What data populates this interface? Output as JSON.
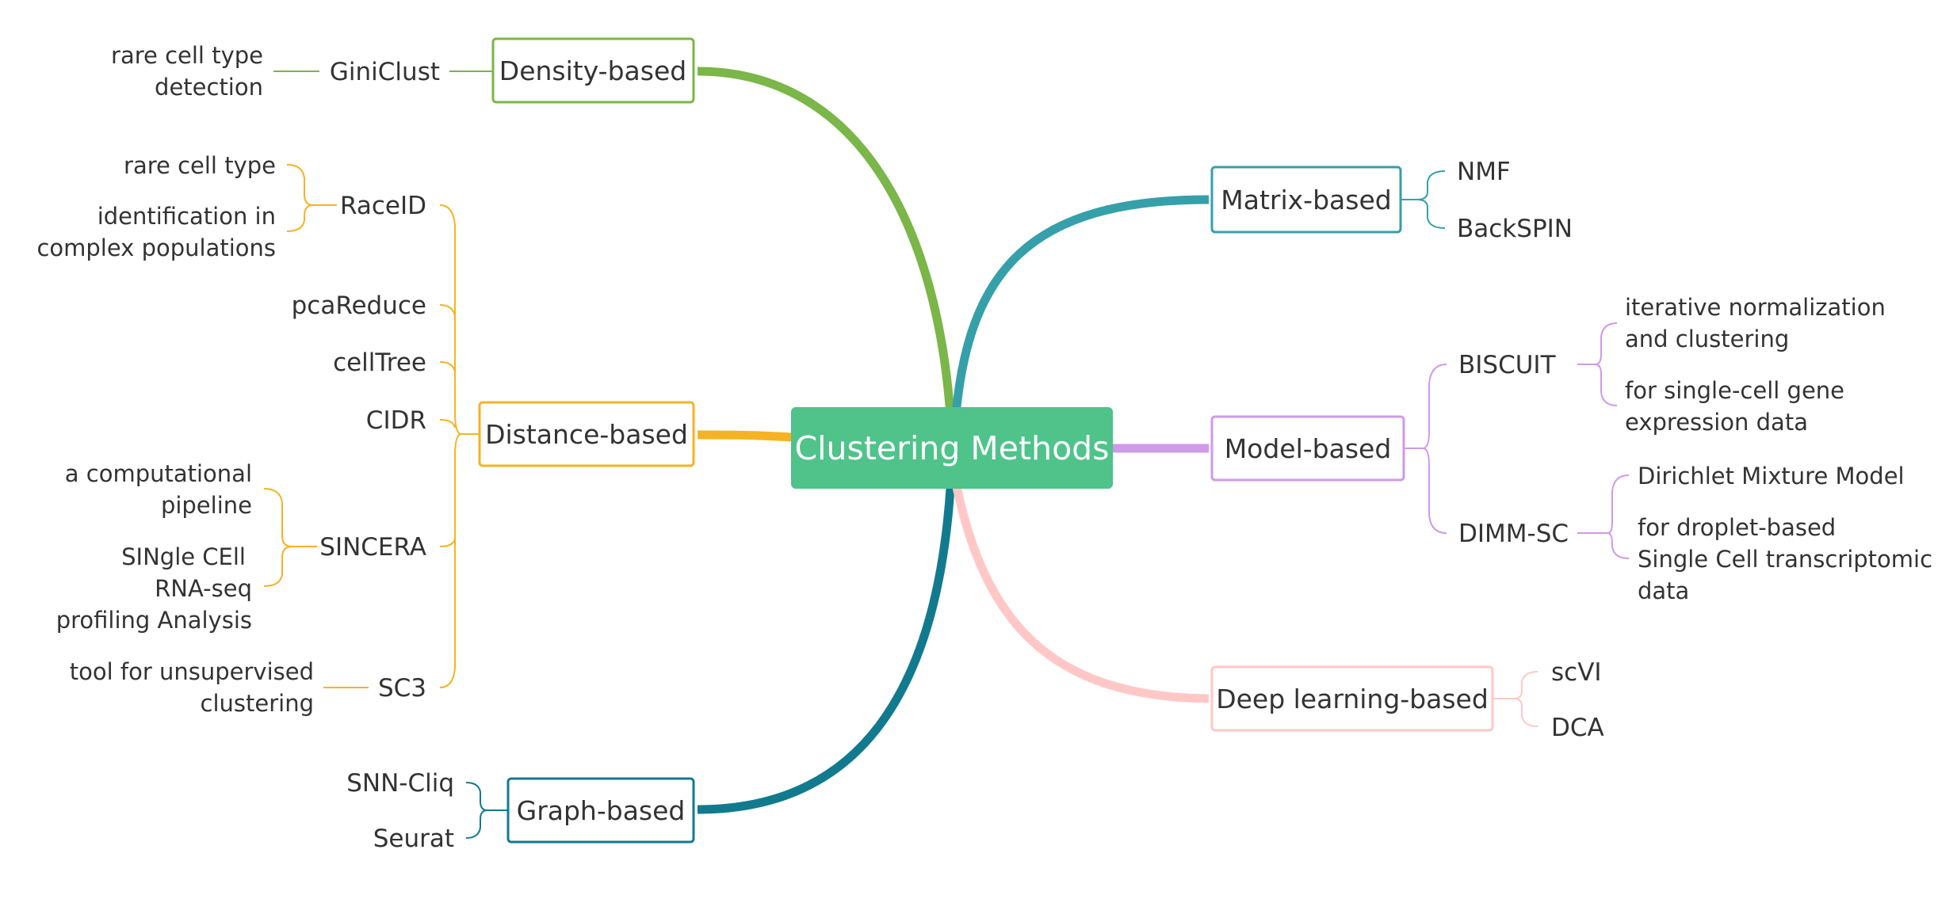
{
  "center": {
    "label": "Clustering Methods",
    "color": "#4fc38a"
  },
  "colors": {
    "density": "#7ab648",
    "distance": "#f5b324",
    "graph": "#127a8e",
    "matrix": "#35a0aa",
    "model": "#cf9ae8",
    "deep": "#ffc8c6"
  },
  "left": {
    "density": {
      "label": "Density-based",
      "methods": [
        {
          "name": "GiniClust",
          "notes": [
            "rare cell type",
            "detection"
          ]
        }
      ]
    },
    "distance": {
      "label": "Distance-based",
      "methods": [
        {
          "name": "RaceID",
          "notes": [
            [
              "rare cell type"
            ],
            [
              "identification in",
              "complex populations"
            ]
          ]
        },
        {
          "name": "pcaReduce"
        },
        {
          "name": "cellTree"
        },
        {
          "name": "CIDR"
        },
        {
          "name": "SINCERA",
          "notes": [
            [
              "a computational",
              "pipeline"
            ],
            [
              "SINgle CEll",
              "RNA-seq",
              "profiling Analysis"
            ]
          ]
        },
        {
          "name": "SC3",
          "notes": [
            "tool for unsupervised",
            "clustering"
          ]
        }
      ]
    },
    "graph": {
      "label": "Graph-based",
      "methods": [
        {
          "name": "SNN-Cliq"
        },
        {
          "name": "Seurat"
        }
      ]
    }
  },
  "right": {
    "matrix": {
      "label": "Matrix-based",
      "methods": [
        {
          "name": "NMF"
        },
        {
          "name": "BackSPIN"
        }
      ]
    },
    "model": {
      "label": "Model-based",
      "methods": [
        {
          "name": "BISCUIT",
          "notes": [
            [
              "iterative normalization",
              "and clustering"
            ],
            [
              "for single-cell gene",
              "expression data"
            ]
          ]
        },
        {
          "name": "DIMM-SC",
          "notes": [
            [
              "Dirichlet Mixture Model"
            ],
            [
              "for droplet-based",
              "Single Cell transcriptomic",
              "data"
            ]
          ]
        }
      ]
    },
    "deep": {
      "label": "Deep learning-based",
      "methods": [
        {
          "name": "scVI"
        },
        {
          "name": "DCA"
        }
      ]
    }
  }
}
